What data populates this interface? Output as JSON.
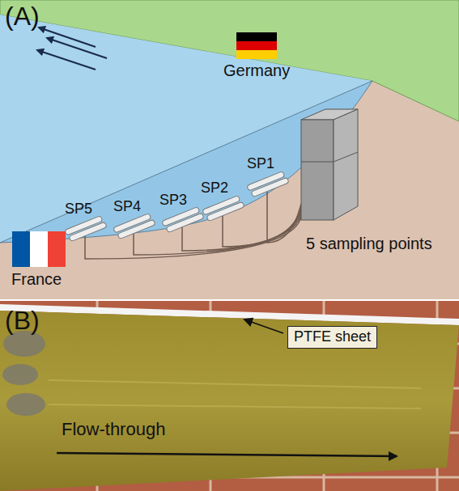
{
  "diagram": {
    "nodes": [
      {
        "text": [
          "PTFE sheet"
        ]
      }
    ],
    "labels": [
      "(A)",
      "Germany",
      "SP1",
      "SP2",
      "SP3",
      "SP4",
      "SP5",
      "5 sampling points",
      "France",
      "(B)",
      "Flow-through"
    ]
  }
}
